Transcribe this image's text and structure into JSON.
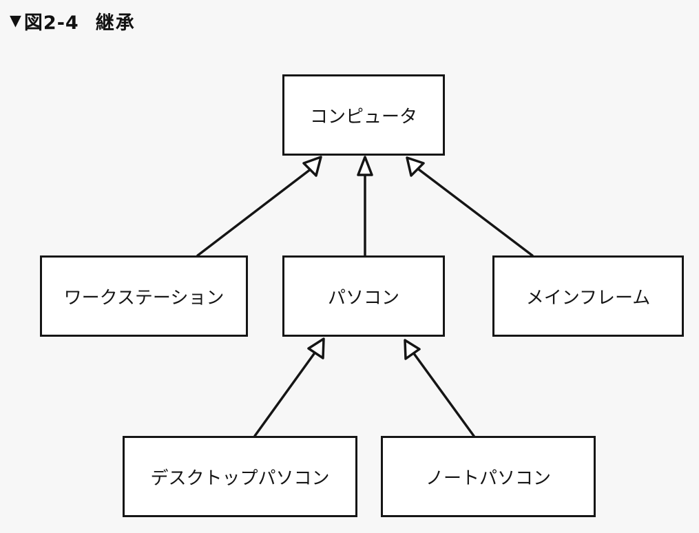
{
  "caption": {
    "marker": "▼",
    "label": "図2-4",
    "title": "継承"
  },
  "nodes": {
    "computer": "コンピュータ",
    "workstation": "ワークステーション",
    "pc": "パソコン",
    "mainframe": "メインフレーム",
    "desktop": "デスクトップパソコン",
    "notebook": "ノートパソコン"
  },
  "edges": [
    {
      "from": "workstation",
      "to": "computer"
    },
    {
      "from": "pc",
      "to": "computer"
    },
    {
      "from": "mainframe",
      "to": "computer"
    },
    {
      "from": "desktop",
      "to": "pc"
    },
    {
      "from": "notebook",
      "to": "pc"
    }
  ],
  "colors": {
    "line": "#151515",
    "background": "#f7f7f7"
  }
}
